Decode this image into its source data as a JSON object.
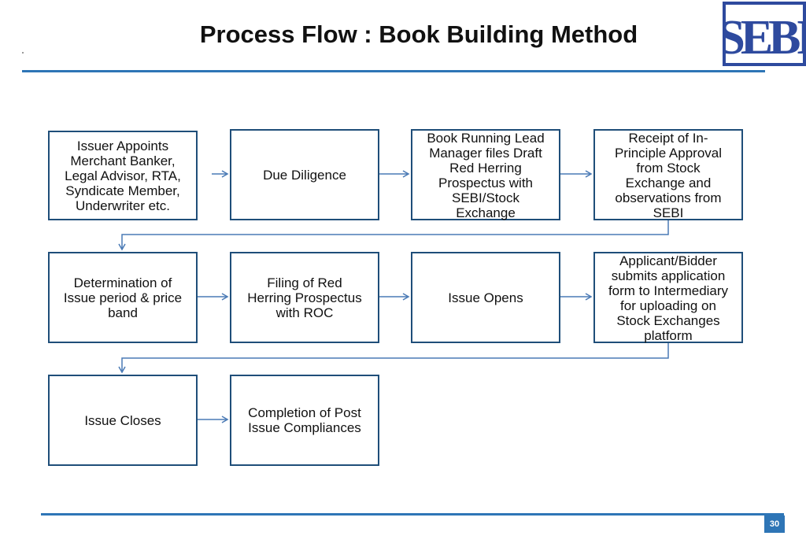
{
  "header": {
    "title": "Process Flow : Book Building Method"
  },
  "logo": {
    "name": "sebi-logo",
    "text": "SEBI",
    "color": "#2e4a9e"
  },
  "colors": {
    "accent": "#2e75b6",
    "box_border": "#1f4e79",
    "arrow": "#4a7ab5"
  },
  "flow": {
    "steps": [
      "Issuer Appoints\nMerchant Banker,\nLegal Advisor, RTA,\nSyndicate Member,\nUnderwriter etc.",
      "Due Diligence",
      "Book Running Lead\nManager files Draft\nRed Herring\nProspectus with\nSEBI/Stock\nExchange",
      "Receipt of In-\nPrinciple Approval\nfrom Stock\nExchange and\nobservations from\nSEBI",
      "Determination of\nIssue period & price\nband",
      "Filing of Red\nHerring Prospectus\nwith ROC",
      "Issue Opens",
      "Applicant/Bidder\nsubmits application\nform to Intermediary\nfor uploading on\nStock Exchanges\nplatform",
      "Issue Closes",
      "Completion of Post\nIssue Compliances"
    ]
  },
  "footer": {
    "page_number": "30"
  }
}
